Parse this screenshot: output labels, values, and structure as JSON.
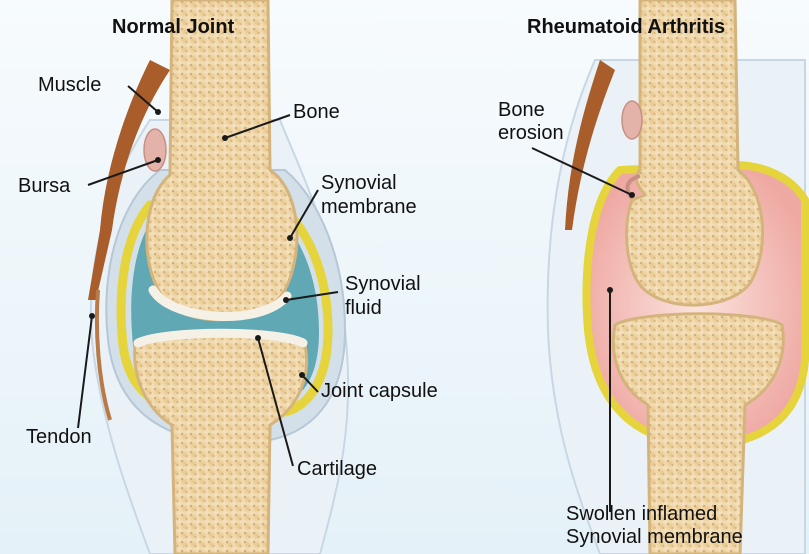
{
  "titles": {
    "normal": "Normal Joint",
    "ra": "Rheumatoid Arthritis"
  },
  "normal_labels": {
    "muscle": "Muscle",
    "bone": "Bone",
    "bursa": "Bursa",
    "synovial_membrane_1": "Synovial",
    "synovial_membrane_2": "membrane",
    "synovial_fluid_1": "Synovial",
    "synovial_fluid_2": "fluid",
    "joint_capsule": "Joint capsule",
    "tendon": "Tendon",
    "cartilage": "Cartilage"
  },
  "ra_labels": {
    "bone_erosion_1": "Bone",
    "bone_erosion_2": "erosion",
    "swollen_1": "Swollen inflamed",
    "swollen_2": "Synovial membrane"
  },
  "colors": {
    "background_top": "#f7fbfd",
    "background_bottom": "#e4f1f8",
    "bone": "#eed7ad",
    "bone_edge": "#d4b47c",
    "cartilage": "#f6f1e6",
    "synovial_fluid": "#5fa8b4",
    "synovial_membrane": "#e6d43c",
    "capsule": "#d3dfe9",
    "muscle": "#a95d2a",
    "inflamed": "#f2b6b0"
  }
}
